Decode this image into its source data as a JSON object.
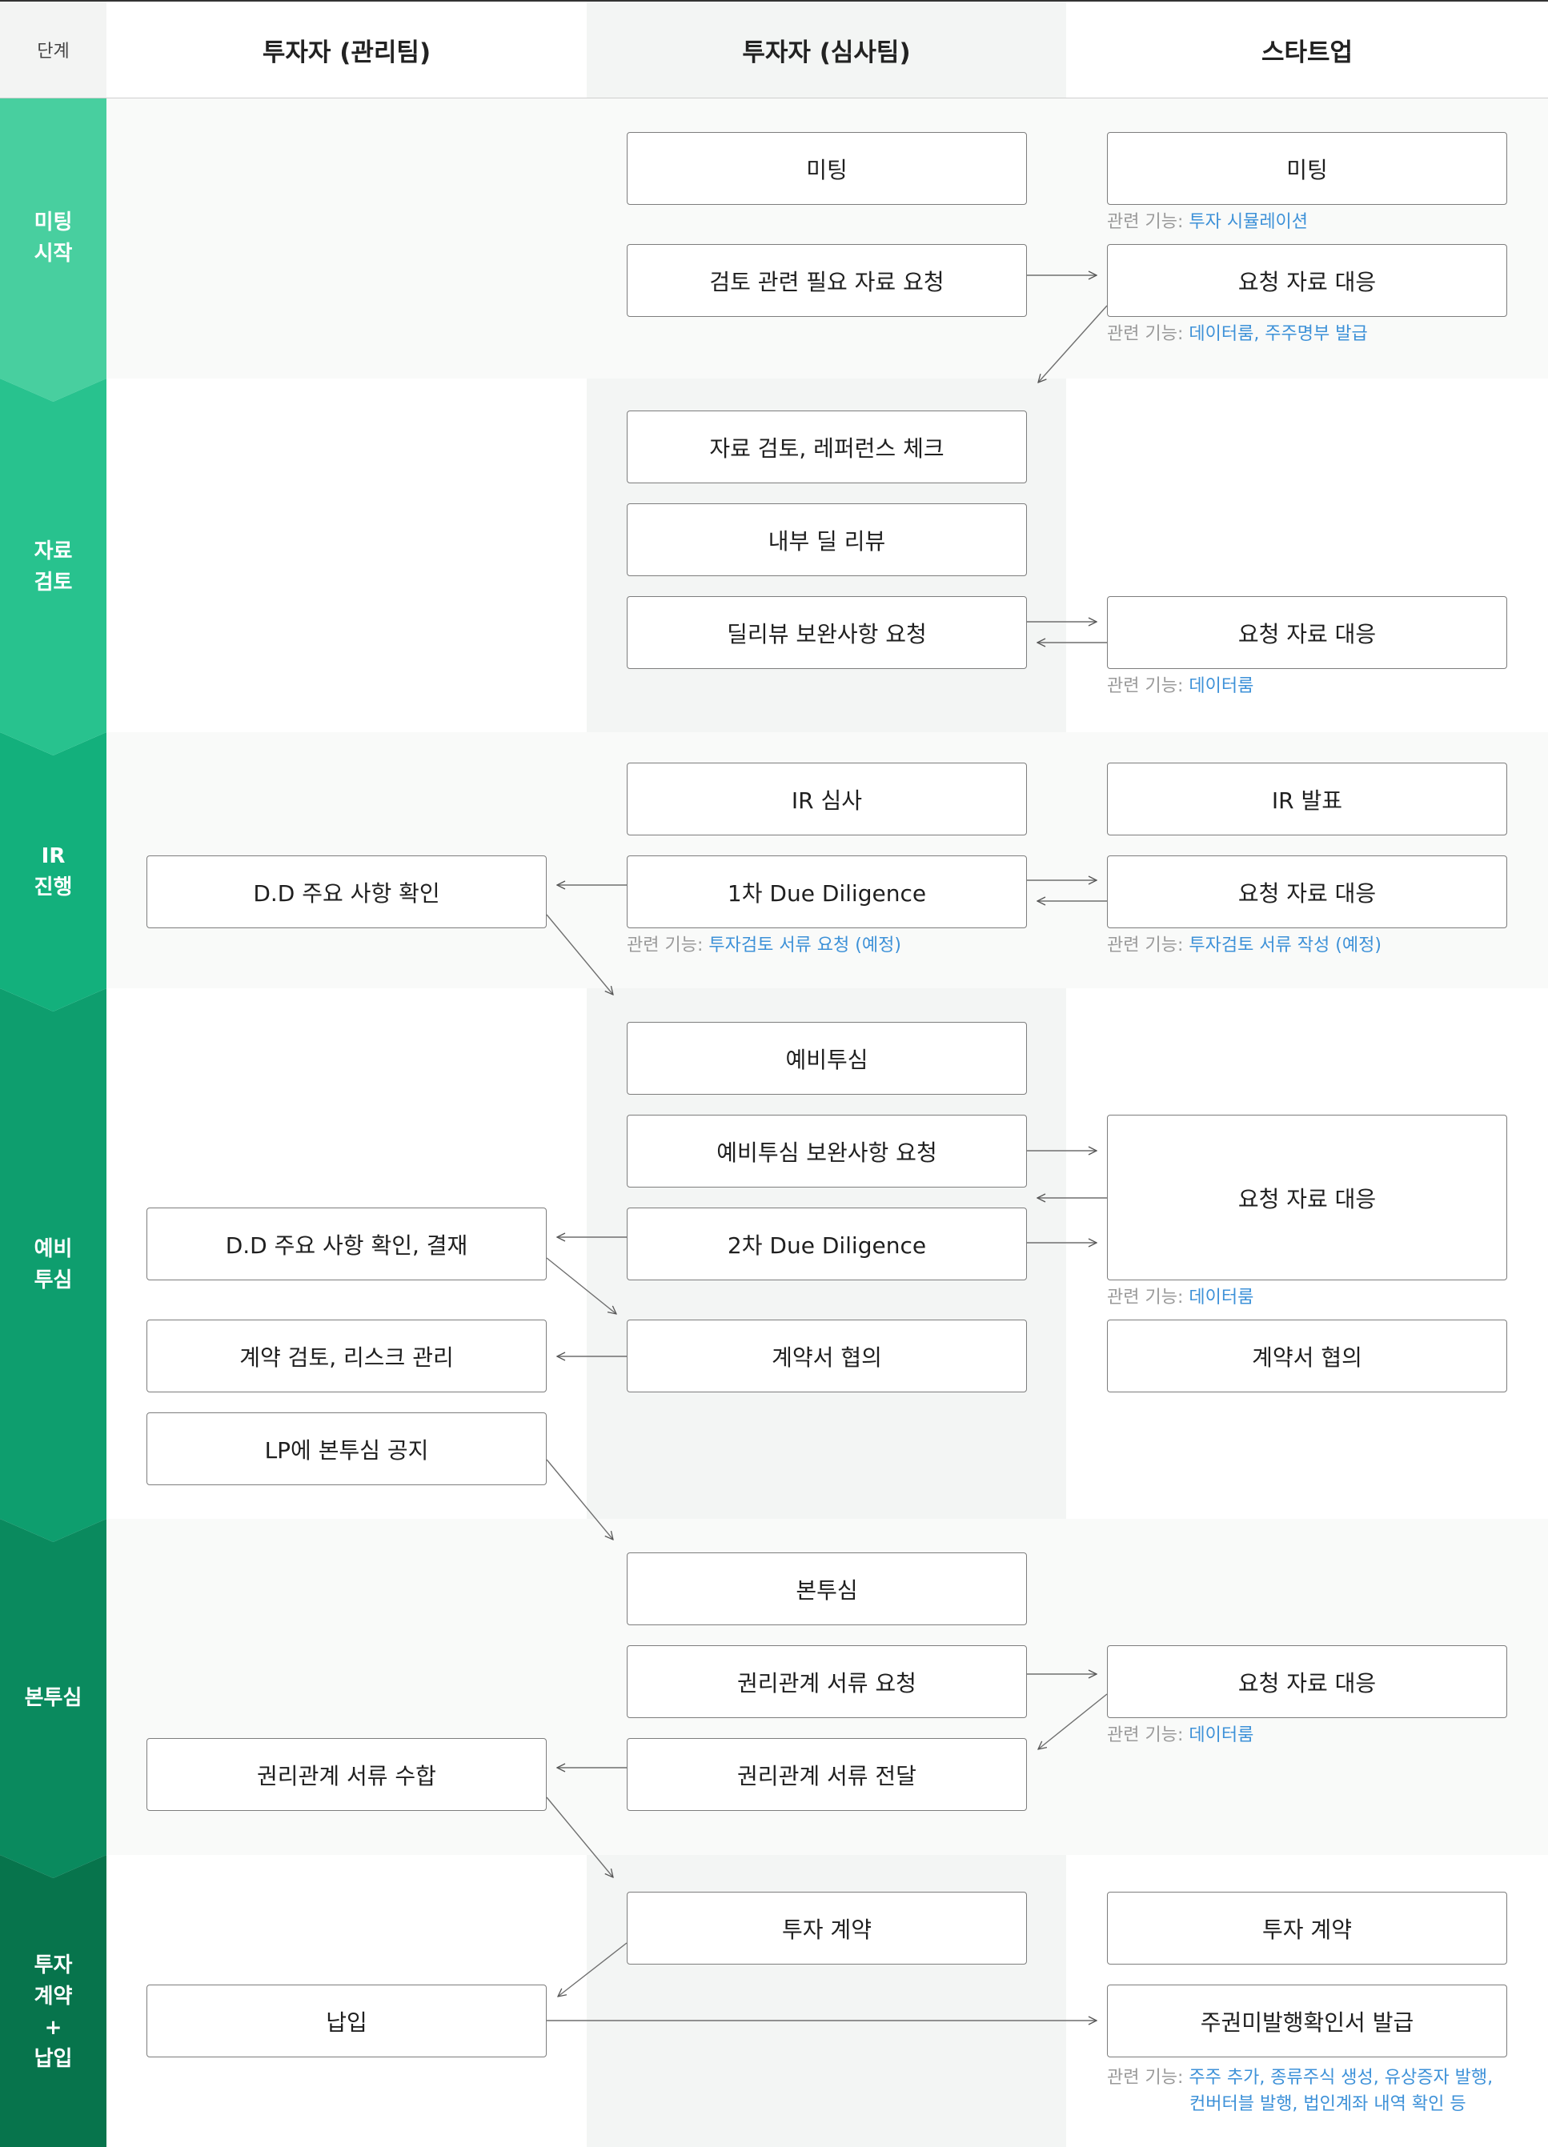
{
  "header": {
    "stage": "단계",
    "col_manage": "투자자 (관리팀)",
    "col_review": "투자자 (심사팀)",
    "col_startup": "스타트업"
  },
  "stages": [
    {
      "id": "meeting",
      "lines": [
        "미팅",
        "시작"
      ],
      "color": "#48cf9f"
    },
    {
      "id": "material",
      "lines": [
        "자료",
        "검토"
      ],
      "color": "#28c28e"
    },
    {
      "id": "ir",
      "lines": [
        "IR",
        "진행"
      ],
      "color": "#13b07c"
    },
    {
      "id": "prelim",
      "lines": [
        "예비",
        "투심"
      ],
      "color": "#0e9e6e"
    },
    {
      "id": "main",
      "lines": [
        "본투심"
      ],
      "color": "#0a8a5e"
    },
    {
      "id": "contract",
      "lines": [
        "투자",
        "계약",
        "+",
        "납입"
      ],
      "color": "#07744c"
    }
  ],
  "boxes": {
    "meeting_review": "미팅",
    "meeting_startup": "미팅",
    "request_review_material": "검토 관련 필요 자료 요청",
    "respond_1": "요청 자료 대응",
    "material_check": "자료 검토, 레퍼런스 체크",
    "internal_deal_review": "내부 딜 리뷰",
    "deal_review_request": "딜리뷰 보완사항 요청",
    "respond_2": "요청 자료 대응",
    "ir_review": "IR 심사",
    "ir_present": "IR 발표",
    "dd_check": "D.D 주요 사항 확인",
    "due_diligence_1": "1차 Due Diligence",
    "respond_3": "요청 자료 대응",
    "prelim_review": "예비투심",
    "prelim_request": "예비투심 보완사항 요청",
    "respond_4": "요청 자료 대응",
    "dd_check_approve": "D.D 주요 사항 확인, 결재",
    "due_diligence_2": "2차 Due Diligence",
    "contract_risk": "계약 검토, 리스크 관리",
    "contract_nego_review": "계약서 협의",
    "contract_nego_startup": "계약서 협의",
    "lp_notice": "LP에 본투심 공지",
    "main_review": "본투심",
    "rights_doc_request": "권리관계 서류 요청",
    "respond_5": "요청 자료 대응",
    "rights_doc_receive": "권리관계 서류 수합",
    "rights_doc_deliver": "권리관계 서류 전달",
    "invest_contract_review": "투자 계약",
    "invest_contract_startup": "투자 계약",
    "payment": "납입",
    "share_certificate": "주권미발행확인서 발급"
  },
  "notes": {
    "prefix": "관련 기능: ",
    "n1": "투자 시뮬레이션",
    "n2": "데이터룸, 주주명부 발급",
    "n3": "데이터룸",
    "n4_review": "투자검토 서류 요청 (예정)",
    "n4_startup": "투자검토 서류 작성 (예정)",
    "n5": "데이터룸",
    "n6": "데이터룸",
    "n7_line1": "주주 추가, 종류주식 생성, 유상증자 발행,",
    "n7_line2": "컨버터블 발행, 법인계좌 내역 확인 등"
  },
  "colors": {
    "link": "#3d91d8",
    "note_gray": "#9a9a9a",
    "box_border": "#7d7d7d",
    "mid_column_bg": "#f3f5f4",
    "band_bg": "#f9faf9"
  }
}
